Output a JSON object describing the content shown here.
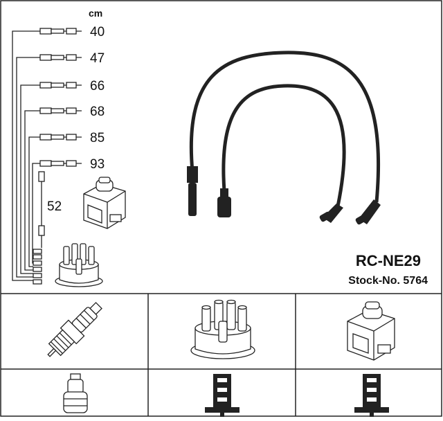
{
  "lengths": {
    "unit": "cm",
    "items": [
      "40",
      "47",
      "66",
      "68",
      "85",
      "93"
    ],
    "coil_lead": "52"
  },
  "product": {
    "model": "RC-NE29",
    "stock_label": "Stock-No. 5764"
  },
  "colors": {
    "line": "#222222",
    "background": "#ffffff"
  }
}
